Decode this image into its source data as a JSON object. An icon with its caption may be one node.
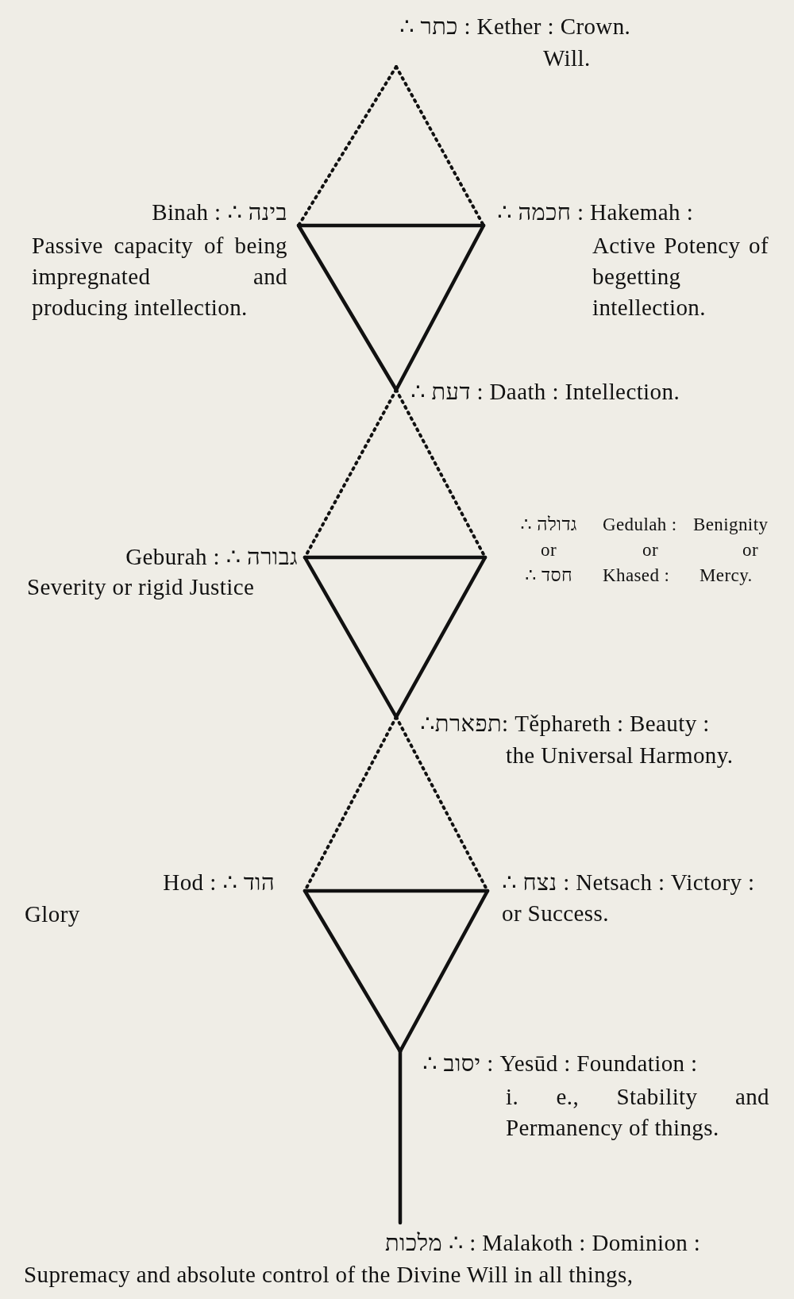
{
  "diagram": {
    "nodes": [
      {
        "text": [
          "∴ כתר : Kether : Crown.",
          "Will."
        ]
      },
      {
        "text": [
          "Binah : ∴ בינה",
          "Passive capacity of being impregnated and producing intellection."
        ]
      },
      {
        "text": [
          "∴ חכמה : Hakemah :",
          "Active Potency of begetting intellection."
        ]
      },
      {
        "text": [
          "∴ דעת : Daath : Intellection."
        ]
      },
      {
        "text": [
          "Geburah : ∴ גבורה",
          "Severity or rigid Justice"
        ]
      },
      {
        "text": [
          "∴ גדולה",
          "Gedulah :",
          "Benignity",
          "or",
          "or",
          "or",
          "∴ חסד",
          "Khased :",
          "Mercy."
        ]
      },
      {
        "text": [
          "∴תפארת: Těphareth : Beauty :",
          "the Universal Harmony."
        ]
      },
      {
        "text": [
          "Hod : ∴ הוד",
          "Glory"
        ]
      },
      {
        "text": [
          "∴ נצח : Netsach : Victory : or Success."
        ]
      },
      {
        "text": [
          "∴ יסוב : Yesūd : Foundation :",
          "i. e., Stability and Permanency of things."
        ]
      },
      {
        "text": [
          "מלכות ∴ : Malakoth : Dominion :",
          "Supremacy and absolute control of the Divine Will in all things,"
        ]
      }
    ],
    "edges": [
      {
        "from": 0,
        "to": 1,
        "arrow": "none",
        "style": "dashed"
      },
      {
        "from": 0,
        "to": 2,
        "arrow": "none",
        "style": "dashed"
      },
      {
        "from": 1,
        "to": 2,
        "arrow": "none"
      },
      {
        "from": 1,
        "to": 3,
        "arrow": "none"
      },
      {
        "from": 2,
        "to": 3,
        "arrow": "none"
      },
      {
        "from": 3,
        "to": 4,
        "arrow": "none",
        "style": "dashed"
      },
      {
        "from": 3,
        "to": 5,
        "arrow": "none",
        "style": "dashed"
      },
      {
        "from": 4,
        "to": 5,
        "arrow": "none"
      },
      {
        "from": 4,
        "to": 6,
        "arrow": "none"
      },
      {
        "from": 5,
        "to": 6,
        "arrow": "none"
      },
      {
        "from": 6,
        "to": 7,
        "arrow": "none",
        "style": "dashed"
      },
      {
        "from": 6,
        "to": 8,
        "arrow": "none",
        "style": "dashed"
      },
      {
        "from": 7,
        "to": 8,
        "arrow": "none"
      },
      {
        "from": 7,
        "to": 9,
        "arrow": "none"
      },
      {
        "from": 8,
        "to": 9,
        "arrow": "none"
      },
      {
        "from": 9,
        "to": 10,
        "arrow": "none"
      }
    ]
  }
}
